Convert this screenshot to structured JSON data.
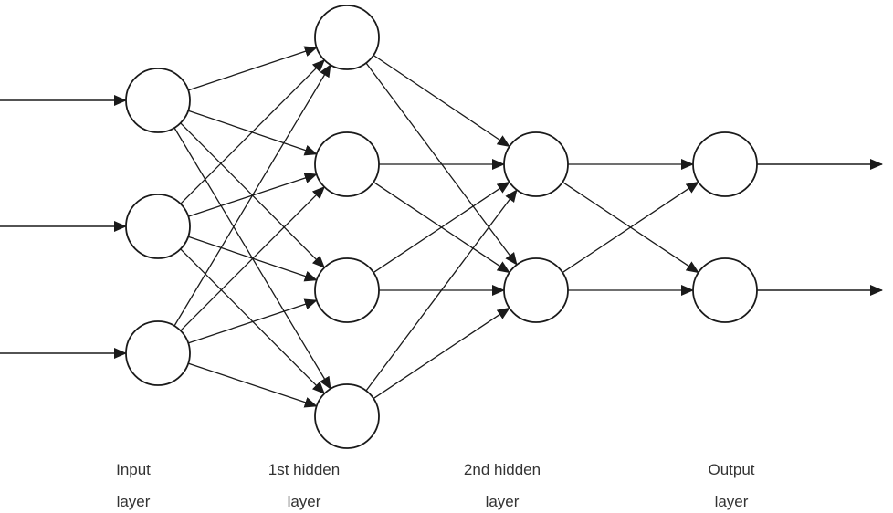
{
  "layers": [
    {
      "label_line1": "Input",
      "label_line2": "layer",
      "nodes": 3
    },
    {
      "label_line1": "1st hidden",
      "label_line2": "layer",
      "nodes": 4
    },
    {
      "label_line1": "2nd hidden",
      "label_line2": "layer",
      "nodes": 2
    },
    {
      "label_line1": "Output",
      "label_line2": "layer",
      "nodes": 2
    }
  ],
  "connectivity": "fully-connected",
  "inputs": 3,
  "outputs": 2,
  "colors": {
    "stroke": "#1a1a1a",
    "node_fill": "#ffffff",
    "background": "#ffffff",
    "caption": "#333333"
  }
}
